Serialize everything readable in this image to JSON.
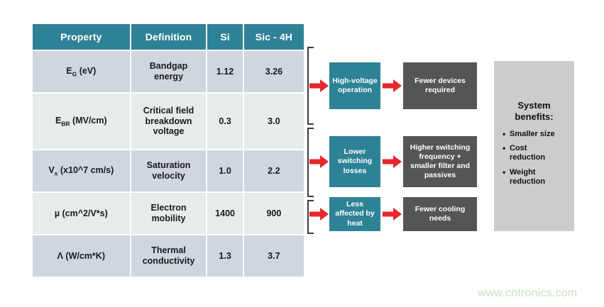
{
  "table": {
    "headers": [
      "Property",
      "Definition",
      "Si",
      "Sic - 4H"
    ],
    "rows": [
      {
        "property_main": "E",
        "property_sub": "G",
        "property_tail": " (eV)",
        "definition": "Bandgap\nenergy",
        "si": "1.12",
        "sic": "3.26"
      },
      {
        "property_main": "E",
        "property_sub": "BR",
        "property_tail": " (MV/cm)",
        "definition": "Critical field\nbreakdown\nvoltage",
        "si": "0.3",
        "sic": "3.0"
      },
      {
        "property_main": "V",
        "property_sub": "s",
        "property_tail": " (x10^7 cm/s)",
        "definition": "Saturation\nvelocity",
        "si": "1.0",
        "sic": "2.2"
      },
      {
        "property_main": "µ (cm^2/V*s)",
        "property_sub": "",
        "property_tail": "",
        "definition": "Electron\nmobility",
        "si": "1400",
        "sic": "900"
      },
      {
        "property_main": "Λ (W/cm*K)",
        "property_sub": "",
        "property_tail": "",
        "definition": "Thermal\nconductivity",
        "si": "1.3",
        "sic": "3.7"
      }
    ]
  },
  "flow": {
    "groups": [
      {
        "cause": "High-voltage\noperation",
        "effect": "Fewer devices\nrequired"
      },
      {
        "cause": "Lower\nswitching\nlosses",
        "effect": "Higher switching\nfrequency +\nsmaller filter and\npassives"
      },
      {
        "cause": "Less\naffected by\nheat",
        "effect": "Fewer cooling\nneeds"
      }
    ]
  },
  "benefits": {
    "title": "System\nbenefits:",
    "items": [
      "Smaller size",
      "Cost\nreduction",
      "Weight\nreduction"
    ]
  },
  "watermark": {
    "text": "www.cntronics.com"
  },
  "colors": {
    "teal": "#2E8296",
    "dark_gray": "#555555",
    "red": "#CC0000",
    "arrow_red": "#E8262C",
    "row_dark": "#CFD6DE",
    "row_light": "#E6EBEB",
    "panel_gray": "#CCCCCC",
    "watermark_green": "#C8E2C0"
  }
}
